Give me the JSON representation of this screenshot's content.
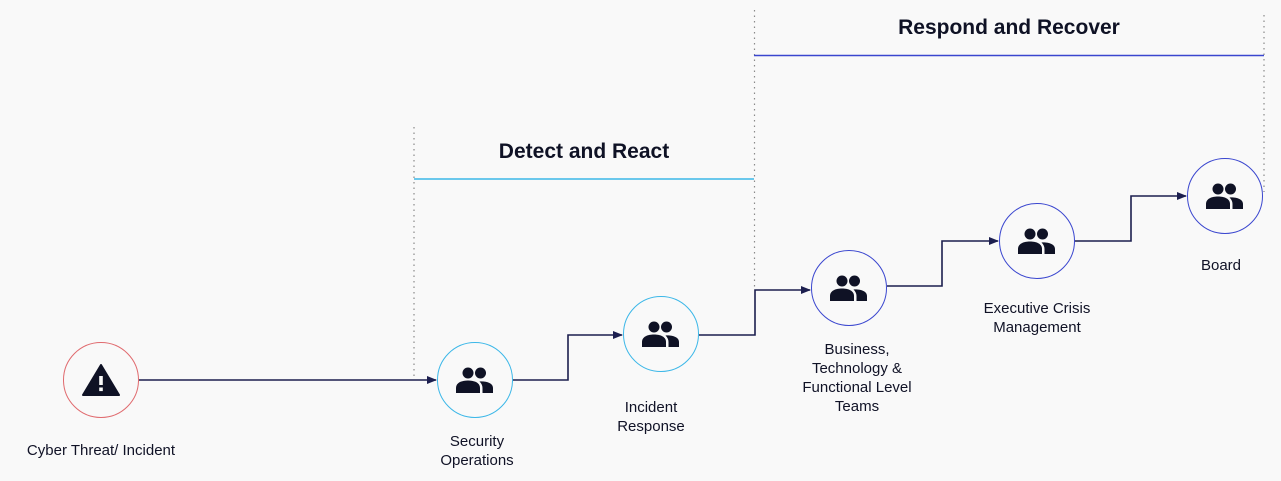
{
  "phases": [
    {
      "title": "Detect and React",
      "color": "#3bb7e8"
    },
    {
      "title": "Respond and Recover",
      "color": "#3a46cf"
    }
  ],
  "nodes": [
    {
      "label": "Cyber Threat/ Incident",
      "icon": "warning-icon",
      "border": "#e06a6e"
    },
    {
      "label": "Security\nOperations",
      "label_lines": [
        "Security",
        "Operations"
      ],
      "icon": "people-icon",
      "border": "#3bb7e8"
    },
    {
      "label_lines": [
        "Incident",
        "Response"
      ],
      "icon": "people-icon",
      "border": "#3bb7e8"
    },
    {
      "label_lines": [
        "Business,",
        "Technology &",
        "Functional Level",
        "Teams"
      ],
      "icon": "people-icon",
      "border": "#3a46cf"
    },
    {
      "label_lines": [
        "Executive Crisis",
        "Management"
      ],
      "icon": "people-icon",
      "border": "#3a46cf"
    },
    {
      "label_lines": [
        "Board"
      ],
      "icon": "people-icon",
      "border": "#3a46cf"
    }
  ],
  "colors": {
    "arrow": "#1c1f4f",
    "icon": "#0f1225",
    "background": "#f9f9f9",
    "divider_dots": "#8a8a8a"
  }
}
